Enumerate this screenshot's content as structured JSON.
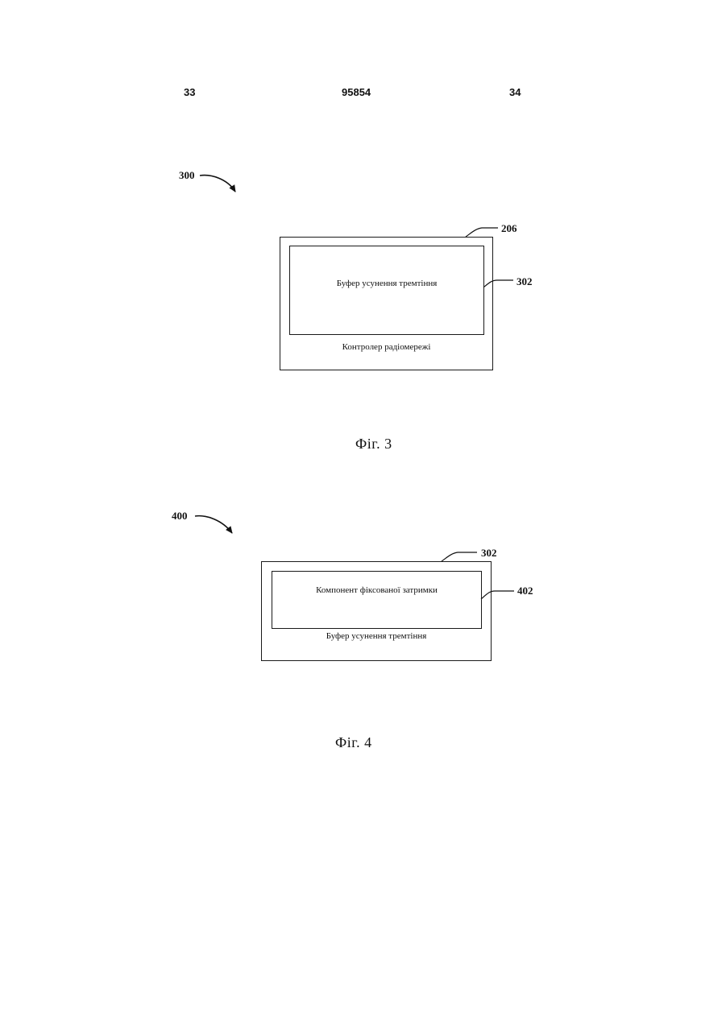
{
  "header": {
    "page_left": "33",
    "doc_number": "95854",
    "page_right": "34"
  },
  "figure3": {
    "ref_figure": "300",
    "ref_outer": "206",
    "ref_inner": "302",
    "inner_label": "Буфер усунення тремтіння",
    "outer_label": "Контролер радіомережі",
    "caption": "Фіг. 3"
  },
  "figure4": {
    "ref_figure": "400",
    "ref_outer": "302",
    "ref_inner": "402",
    "inner_label": "Компонент фіксованої затримки",
    "outer_label": "Буфер усунення тремтіння",
    "caption": "Фіг. 4"
  }
}
